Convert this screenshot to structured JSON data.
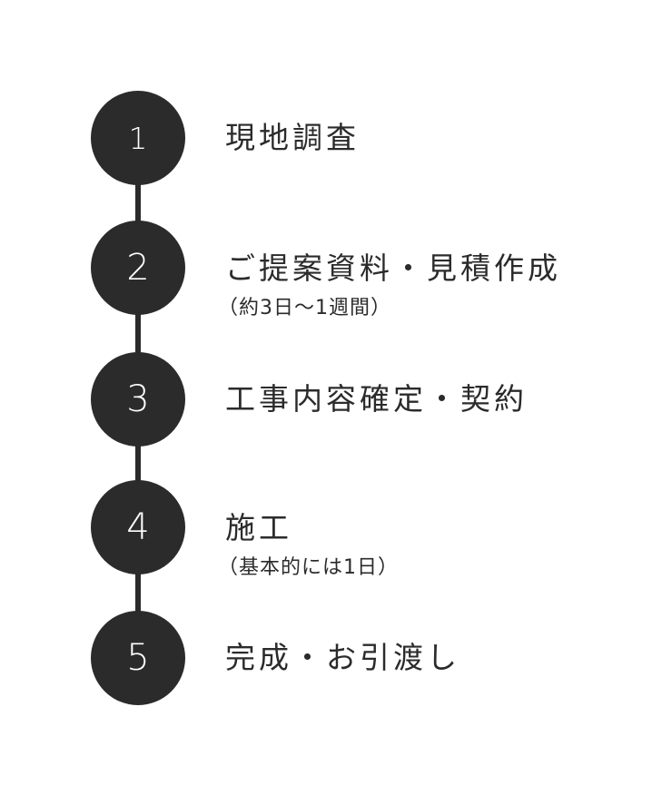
{
  "steps": [
    {
      "number": "1",
      "title": "現地調査",
      "note": ""
    },
    {
      "number": "2",
      "title": "ご提案資料・見積作成",
      "note": "（約3日～1週間）"
    },
    {
      "number": "3",
      "title": "工事内容確定・契約",
      "note": ""
    },
    {
      "number": "4",
      "title": "施工",
      "note": "（基本的には1日）"
    },
    {
      "number": "5",
      "title": "完成・お引渡し",
      "note": ""
    }
  ],
  "colors": {
    "circle": "#2b2b2b",
    "number": "#ffffff",
    "text": "#2b2b2b",
    "background": "#ffffff"
  }
}
